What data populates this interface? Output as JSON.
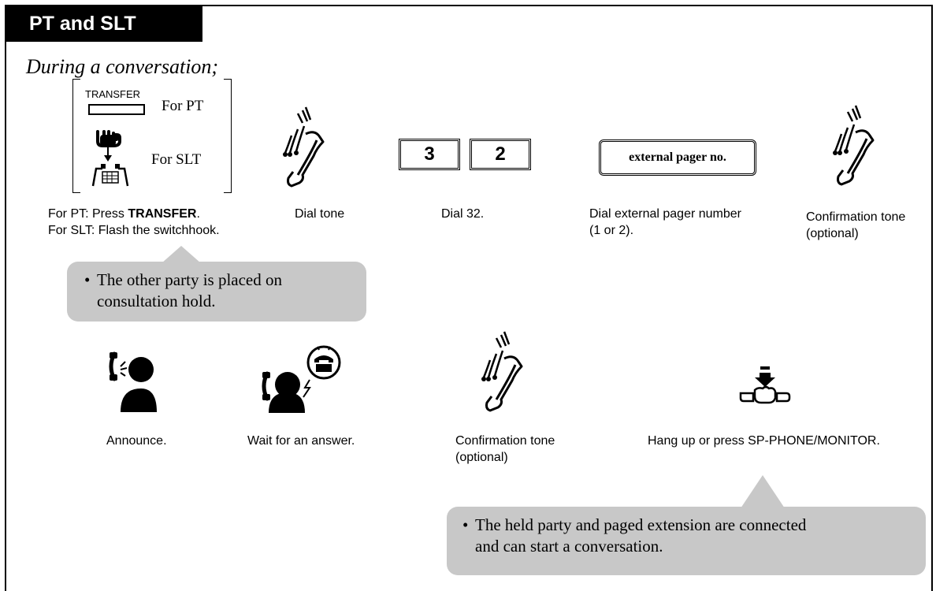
{
  "header": {
    "title": "PT and SLT"
  },
  "intro": "During a conversation;",
  "step1": {
    "transfer_key_caption": "TRANSFER",
    "for_pt": "For PT",
    "for_slt": "For SLT",
    "label_pt_prefix": "For PT: Press ",
    "label_pt_bold": "TRANSFER",
    "label_pt_suffix": ".",
    "label_slt": "For SLT: Flash the switchhook."
  },
  "step2": {
    "label": "Dial tone"
  },
  "step3": {
    "digits": [
      "3",
      "2"
    ],
    "label": "Dial 32."
  },
  "step4": {
    "box_text": "external pager no.",
    "label_line1": "Dial external pager number",
    "label_line2": "(1 or 2)."
  },
  "step5": {
    "label_line1": "Confirmation tone",
    "label_line2": "(optional)"
  },
  "note1": {
    "bullet": "•",
    "line1": "The other party is placed on",
    "line2": "consultation hold."
  },
  "step6": {
    "label": "Announce."
  },
  "step7": {
    "label": "Wait for an answer."
  },
  "step8": {
    "label_line1": "Confirmation tone",
    "label_line2": "(optional)"
  },
  "step9": {
    "label": "Hang up or press SP-PHONE/MONITOR."
  },
  "note2": {
    "bullet": "•",
    "line1": "The held party and paged extension are connected",
    "line2": "and can start a conversation."
  },
  "colors": {
    "tab_bg": "#000000",
    "note_bg": "#c8c8c8"
  },
  "icons": [
    "handset-tone-icon",
    "switchhook-hand-icon",
    "phone-cradle-icon",
    "talking-person-icon",
    "waiting-person-ringing-icon",
    "hang-up-hand-icon"
  ]
}
